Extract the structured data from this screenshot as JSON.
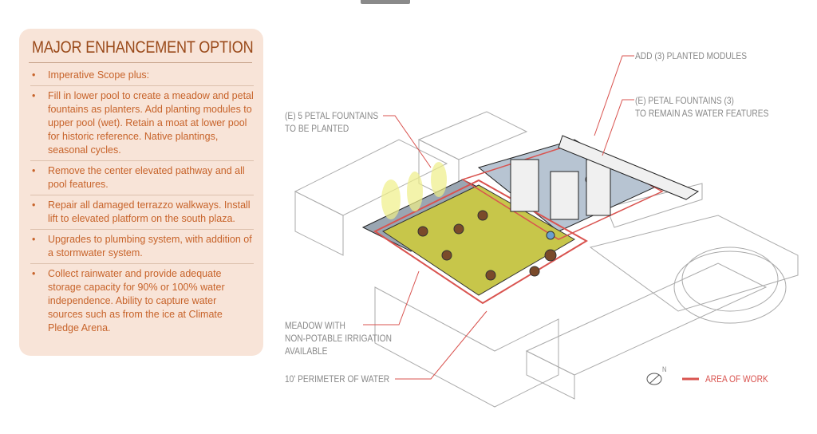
{
  "panel": {
    "title": "MAJOR ENHANCEMENT OPTION",
    "items": [
      "Imperative Scope plus:",
      "Fill in lower pool to create a meadow and petal fountains as planters. Add planting modules to upper pool (wet). Retain a moat at lower pool for historic reference. Native plantings, seasonal cycles.",
      "Remove the center elevated pathway and all pool features.",
      "Repair all damaged terrazzo walkways. Install lift to elevated platform on the south plaza.",
      "Upgrades to plumbing system, with addition of a stormwater system.",
      "Collect rainwater and provide adequate storage capacity for 90% or 100% water independence. Ability to capture water sources such as from the ice at Climate Pledge Arena."
    ]
  },
  "labels": {
    "planted_modules": "ADD (3) PLANTED MODULES",
    "petal_remain_1": "(E) PETAL FOUNTAINS (3)",
    "petal_remain_2": "TO REMAIN AS WATER FEATURES",
    "petal_planted_1": "(E) 5 PETAL FOUNTAINS",
    "petal_planted_2": "TO BE PLANTED",
    "meadow_1": "MEADOW WITH",
    "meadow_2": "NON-POTABLE IRRIGATION",
    "meadow_3": "AVAILABLE",
    "perimeter": "10' PERIMETER OF WATER",
    "legend": "AREA OF WORK",
    "north": "N"
  },
  "colors": {
    "accent": "#c7632a",
    "work": "#d9534f"
  }
}
